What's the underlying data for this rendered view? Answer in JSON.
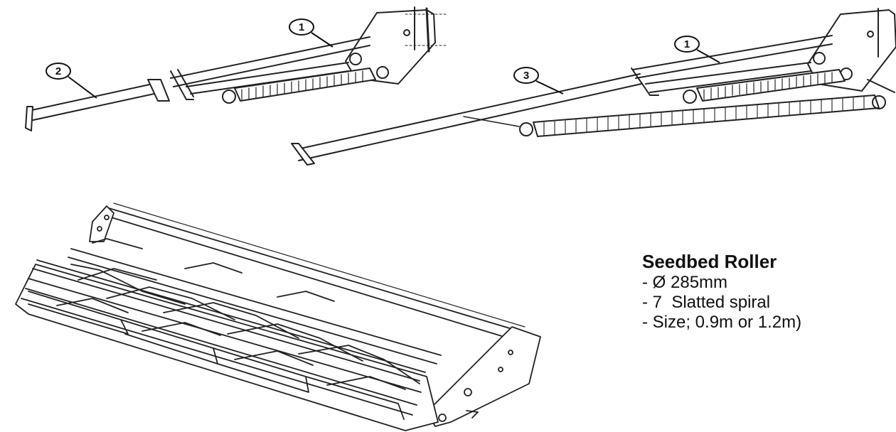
{
  "callouts": {
    "c1a": "1",
    "c2": "2",
    "c1b": "1",
    "c3": "3"
  },
  "specs": {
    "title": "Seedbed Roller",
    "lines": [
      "- Ø 285mm",
      "- 7  Slatted spiral",
      "- Size; 0.9m or 1.2m)"
    ]
  }
}
